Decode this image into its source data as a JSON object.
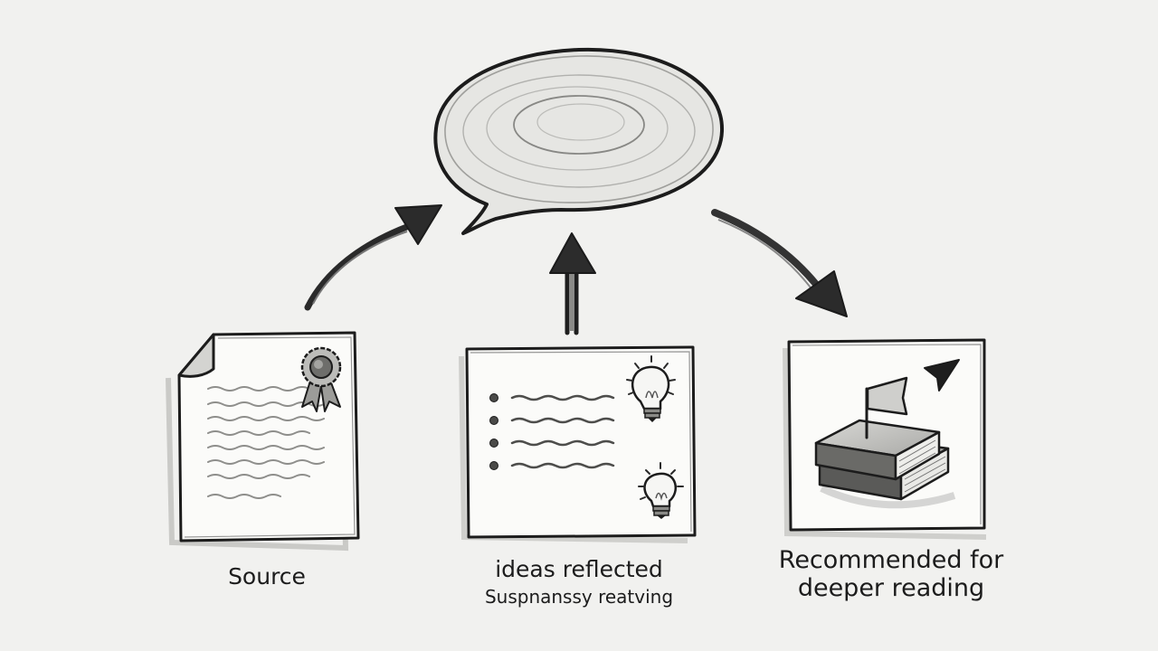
{
  "diagram": {
    "nodes": {
      "source": {
        "label": "Source"
      },
      "ideas": {
        "label": "ideas reflected",
        "sublabel": "Suspnanssy reatving"
      },
      "recommended": {
        "label_line1": "Recommended for",
        "label_line2": "deeper reading"
      }
    },
    "colors": {
      "background": "#f1f1ef",
      "ink": "#1b1b1b",
      "paper": "#fbfbf9"
    },
    "icons": [
      "document-icon",
      "award-ribbon-icon",
      "speech-bubble-icon",
      "lightbulb-icon",
      "book-stack-icon",
      "flag-icon",
      "arrow-icon"
    ]
  }
}
